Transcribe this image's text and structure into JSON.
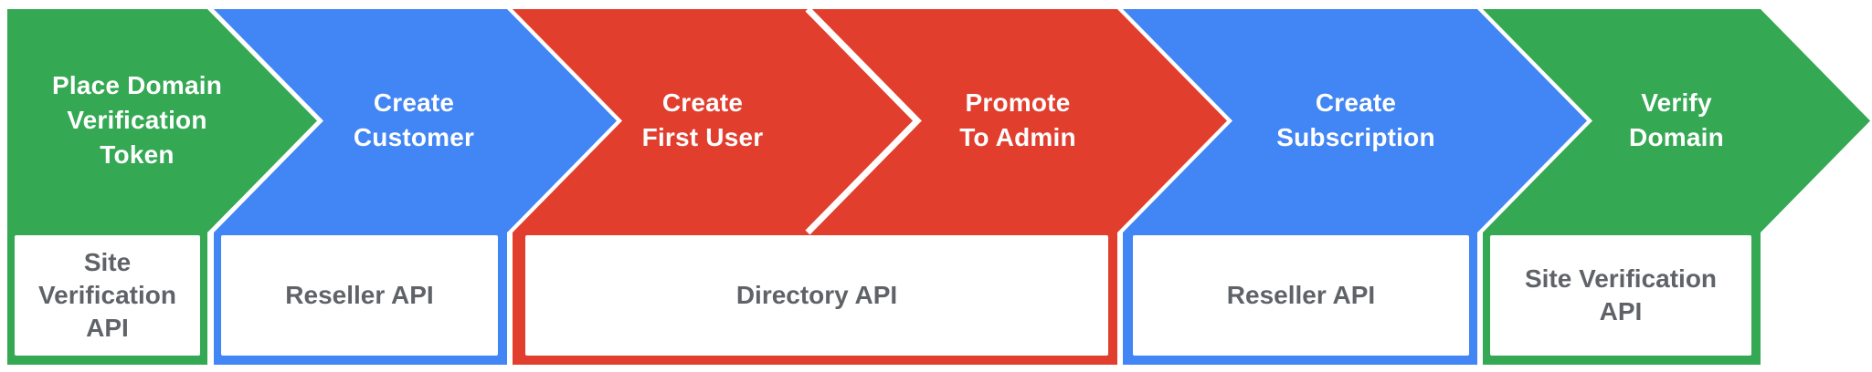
{
  "flow": {
    "background_color": "#ffffff",
    "colors": {
      "green": "#34a853",
      "blue": "#4285f4",
      "red": "#e23e2e",
      "step_text": "#ffffff",
      "api_text": "#5f6368",
      "divider": "#ffffff"
    },
    "steps": [
      {
        "color": "green",
        "lines": [
          "Place Domain",
          "Verification",
          "Token"
        ]
      },
      {
        "color": "blue",
        "lines": [
          "Create",
          "Customer"
        ]
      },
      {
        "color": "red",
        "lines": [
          "Create",
          "First User"
        ]
      },
      {
        "color": "red",
        "lines": [
          "Promote",
          "To Admin"
        ]
      },
      {
        "color": "blue",
        "lines": [
          "Create",
          "Subscription"
        ]
      },
      {
        "color": "green",
        "lines": [
          "Verify",
          "Domain"
        ]
      }
    ],
    "api_boxes": [
      {
        "color": "green",
        "lines": [
          "Site",
          "Verification",
          "API"
        ]
      },
      {
        "color": "blue",
        "lines": [
          "Reseller API"
        ]
      },
      {
        "color": "red",
        "lines": [
          "Directory API"
        ]
      },
      {
        "color": "blue",
        "lines": [
          "Reseller API"
        ]
      },
      {
        "color": "green",
        "lines": [
          "Site Verification",
          "API"
        ]
      }
    ]
  }
}
